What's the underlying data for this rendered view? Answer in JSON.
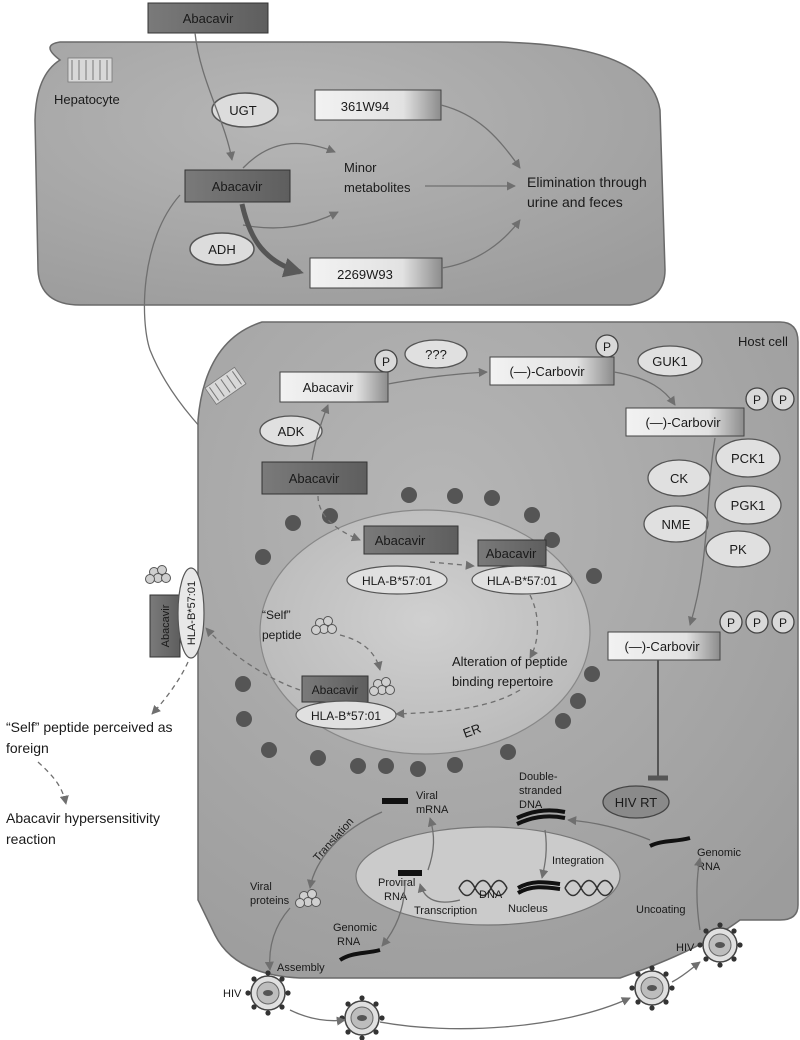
{
  "colors": {
    "cell_fill": "#a7a7a7",
    "er_fill": "#c4c4c4",
    "nucleus_fill": "#c9c9c9",
    "dark_box": "#6d6d6d",
    "light_box": "#e6e6e6",
    "ellipse": "#d9d9d9",
    "dot": "#555555",
    "arrow": "#6f6f6f"
  },
  "top": {
    "abacavir": "Abacavir"
  },
  "hepatocyte": {
    "label": "Hepatocyte",
    "ugt": "UGT",
    "met_361": "361W94",
    "abacavir": "Abacavir",
    "minor_1": "Minor",
    "minor_2": "metabolites",
    "adh": "ADH",
    "met_2269": "2269W93",
    "elim_1": "Elimination through",
    "elim_2": "urine and feces"
  },
  "host": {
    "label": "Host cell",
    "p": "P",
    "unknown": "???",
    "abacavir_p": "Abacavir",
    "carbovir_1": "(—)-Carbovir",
    "guk1": "GUK1",
    "carbovir_2": "(—)-Carbovir",
    "adk": "ADK",
    "abacavir": "Abacavir",
    "pck1": "PCK1",
    "ck": "CK",
    "pgk1": "PGK1",
    "nme": "NME",
    "pk": "PK",
    "carbovir_3": "(—)-Carbovir",
    "hiv_rt": "HIV RT"
  },
  "er": {
    "abacavir_a": "Abacavir",
    "hla_a": "HLA-B*57:01",
    "abacavir_b": "Abacavir",
    "hla_b": "HLA-B*57:01",
    "self_1": "“Self”",
    "self_2": "peptide",
    "alt_1": "Alteration of peptide",
    "alt_2": "binding repertoire",
    "abacavir_c": "Abacavir",
    "hla_c": "HLA-B*57:01",
    "er_label": "ER"
  },
  "surface": {
    "abacavir": "Abacavir",
    "hla": "HLA-B*57:01"
  },
  "outcome": {
    "perceived_1": "“Self” peptide perceived as",
    "perceived_2": "foreign",
    "hyper_1": "Abacavir hypersensitivity",
    "hyper_2": "reaction"
  },
  "hiv_cycle": {
    "viral_mrna_1": "Viral",
    "viral_mrna_2": "mRNA",
    "ds_1": "Double-",
    "ds_2": "stranded",
    "ds_3": "DNA",
    "translation": "Translation",
    "integration": "Integration",
    "genomic_rna_r_1": "Genomic",
    "genomic_rna_r_2": "RNA",
    "viral_proteins_1": "Viral",
    "viral_proteins_2": "proteins",
    "proviral_1": "Proviral",
    "proviral_2": "RNA",
    "dna": "DNA",
    "transcription": "Transcription",
    "nucleus": "Nucleus",
    "uncoating": "Uncoating",
    "genomic_rna_l_1": "Genomic",
    "genomic_rna_l_2": "RNA",
    "assembly": "Assembly",
    "hiv_left": "HIV",
    "hiv_right": "HIV"
  }
}
